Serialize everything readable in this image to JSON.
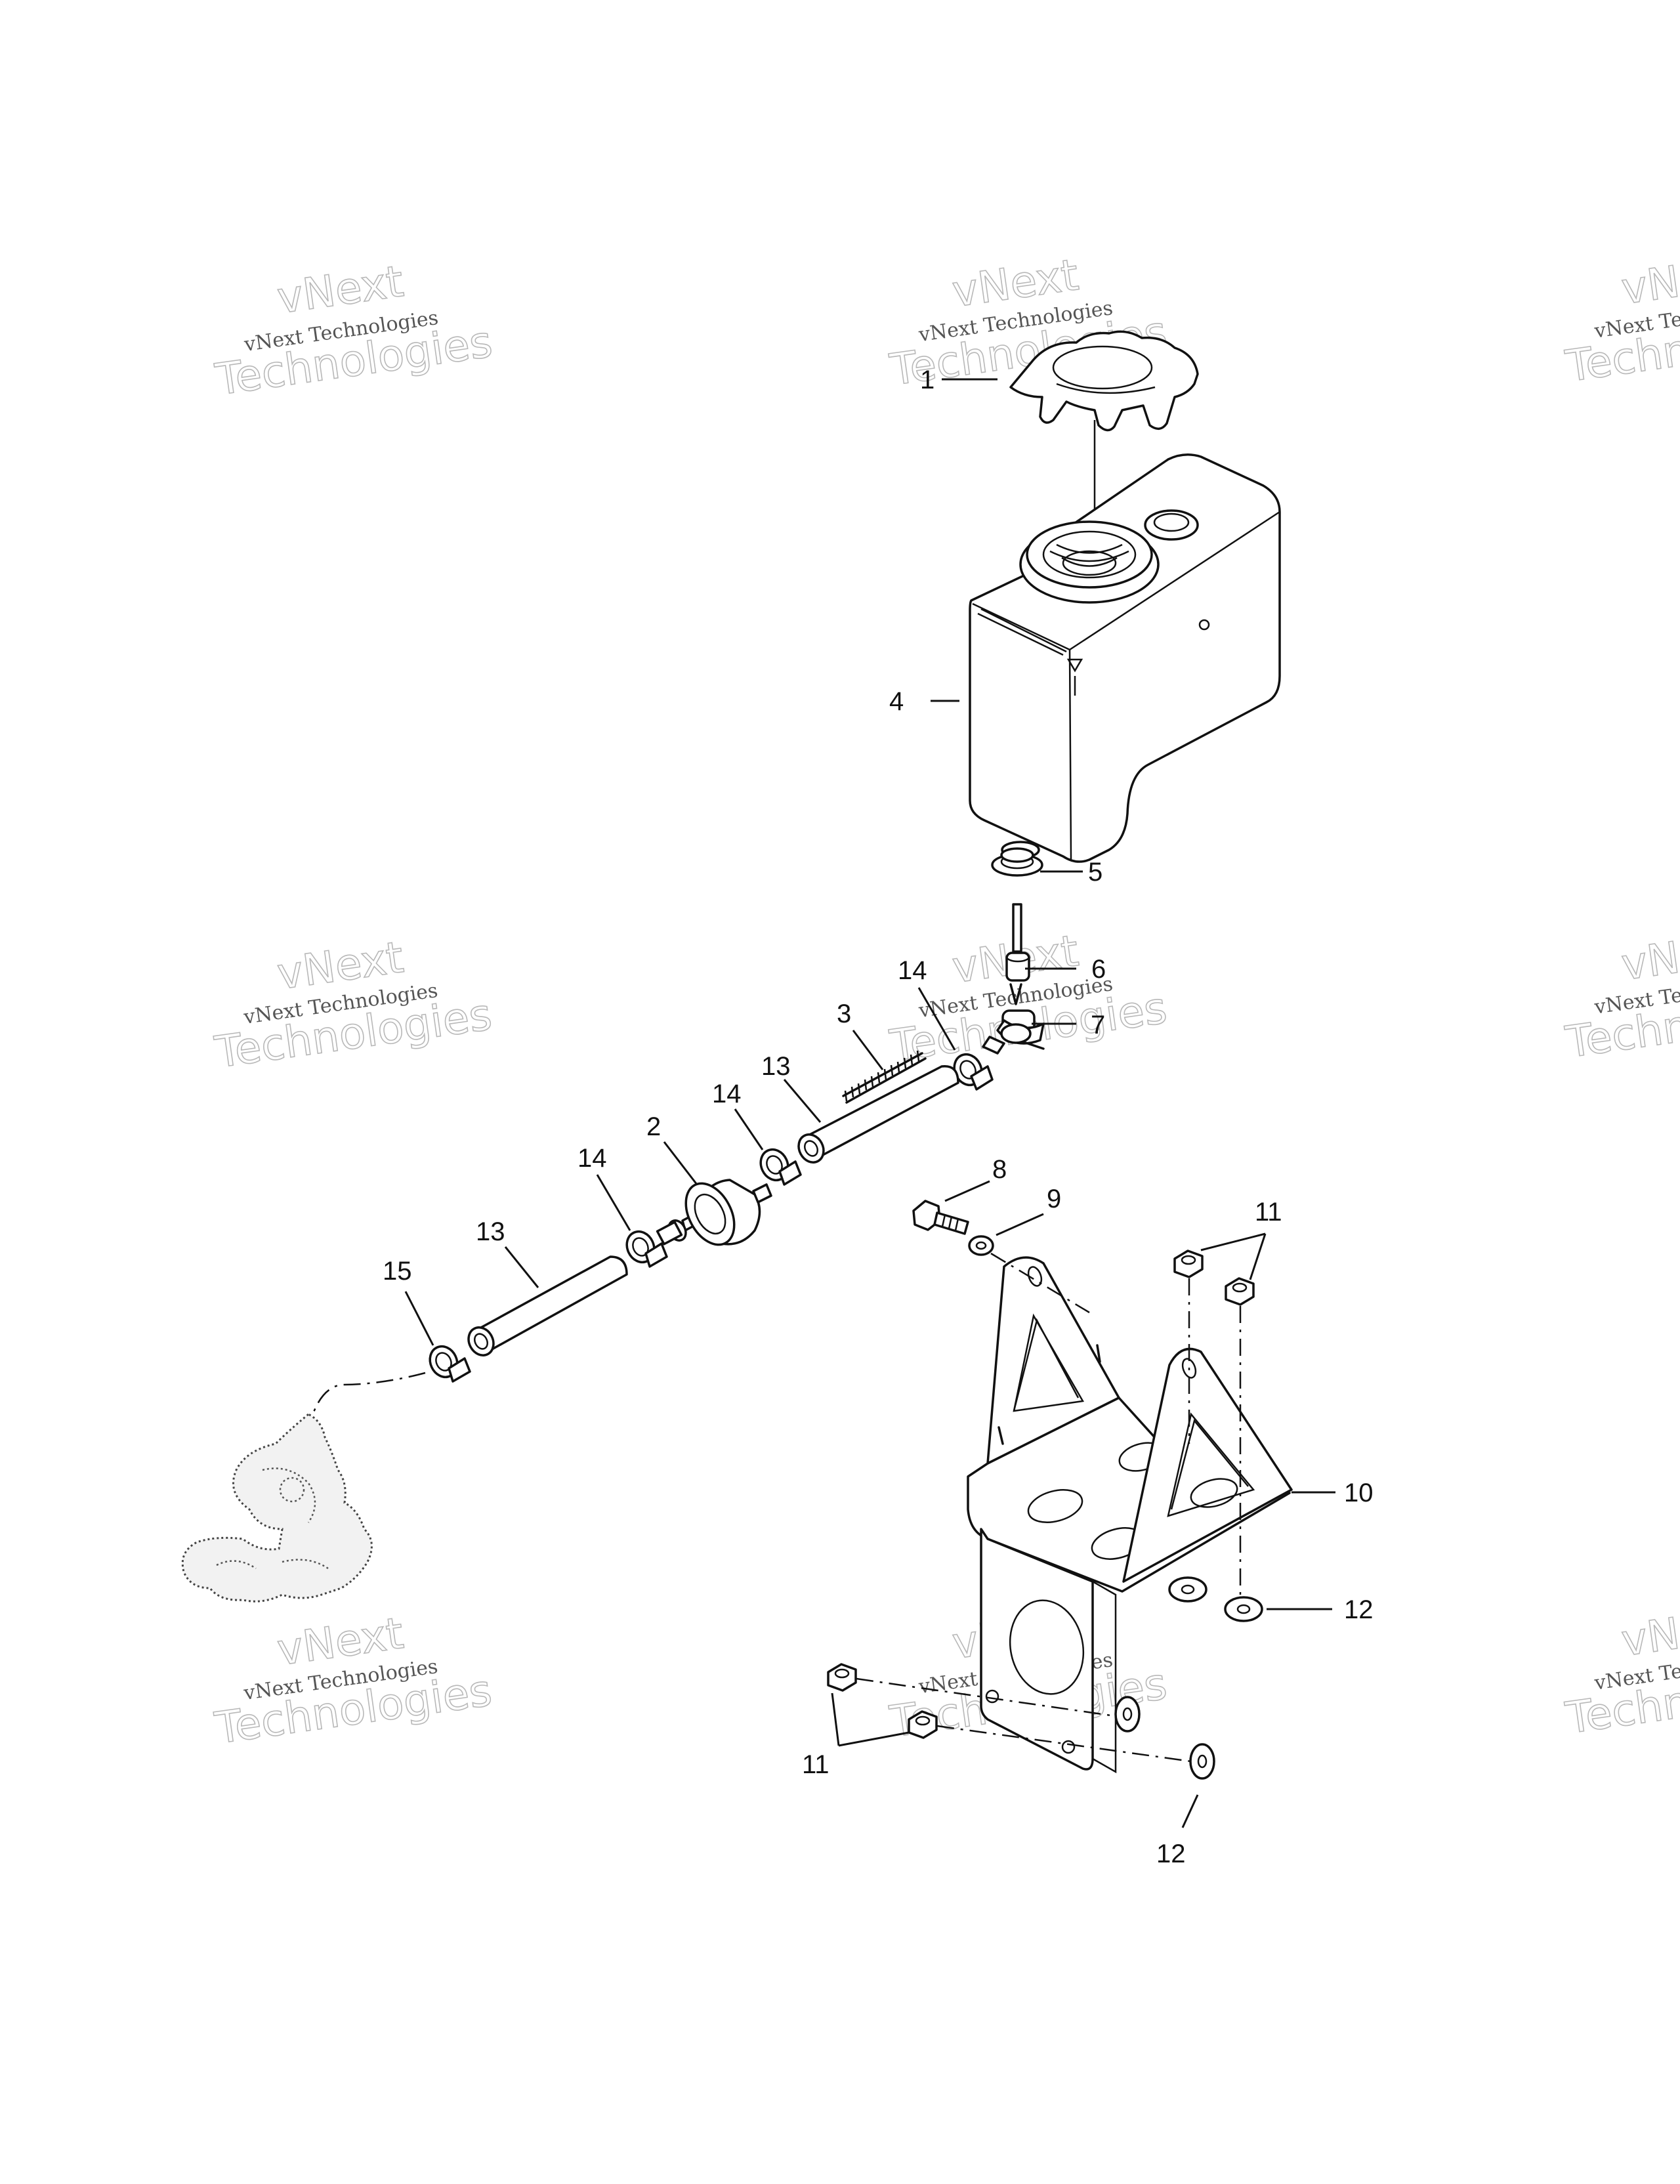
{
  "watermark": {
    "line1": "vNext",
    "line2": "vNext Technologies",
    "line3": "Technologies"
  },
  "callouts": {
    "c1": "1",
    "c2": "2",
    "c3": "3",
    "c4": "4",
    "c5": "5",
    "c6": "6",
    "c7": "7",
    "c8": "8",
    "c9": "9",
    "c10": "10",
    "c11a": "11",
    "c11b": "11",
    "c12a": "12",
    "c12b": "12",
    "c13a": "13",
    "c13b": "13",
    "c14a": "14",
    "c14b": "14",
    "c14c": "14",
    "c15": "15"
  }
}
